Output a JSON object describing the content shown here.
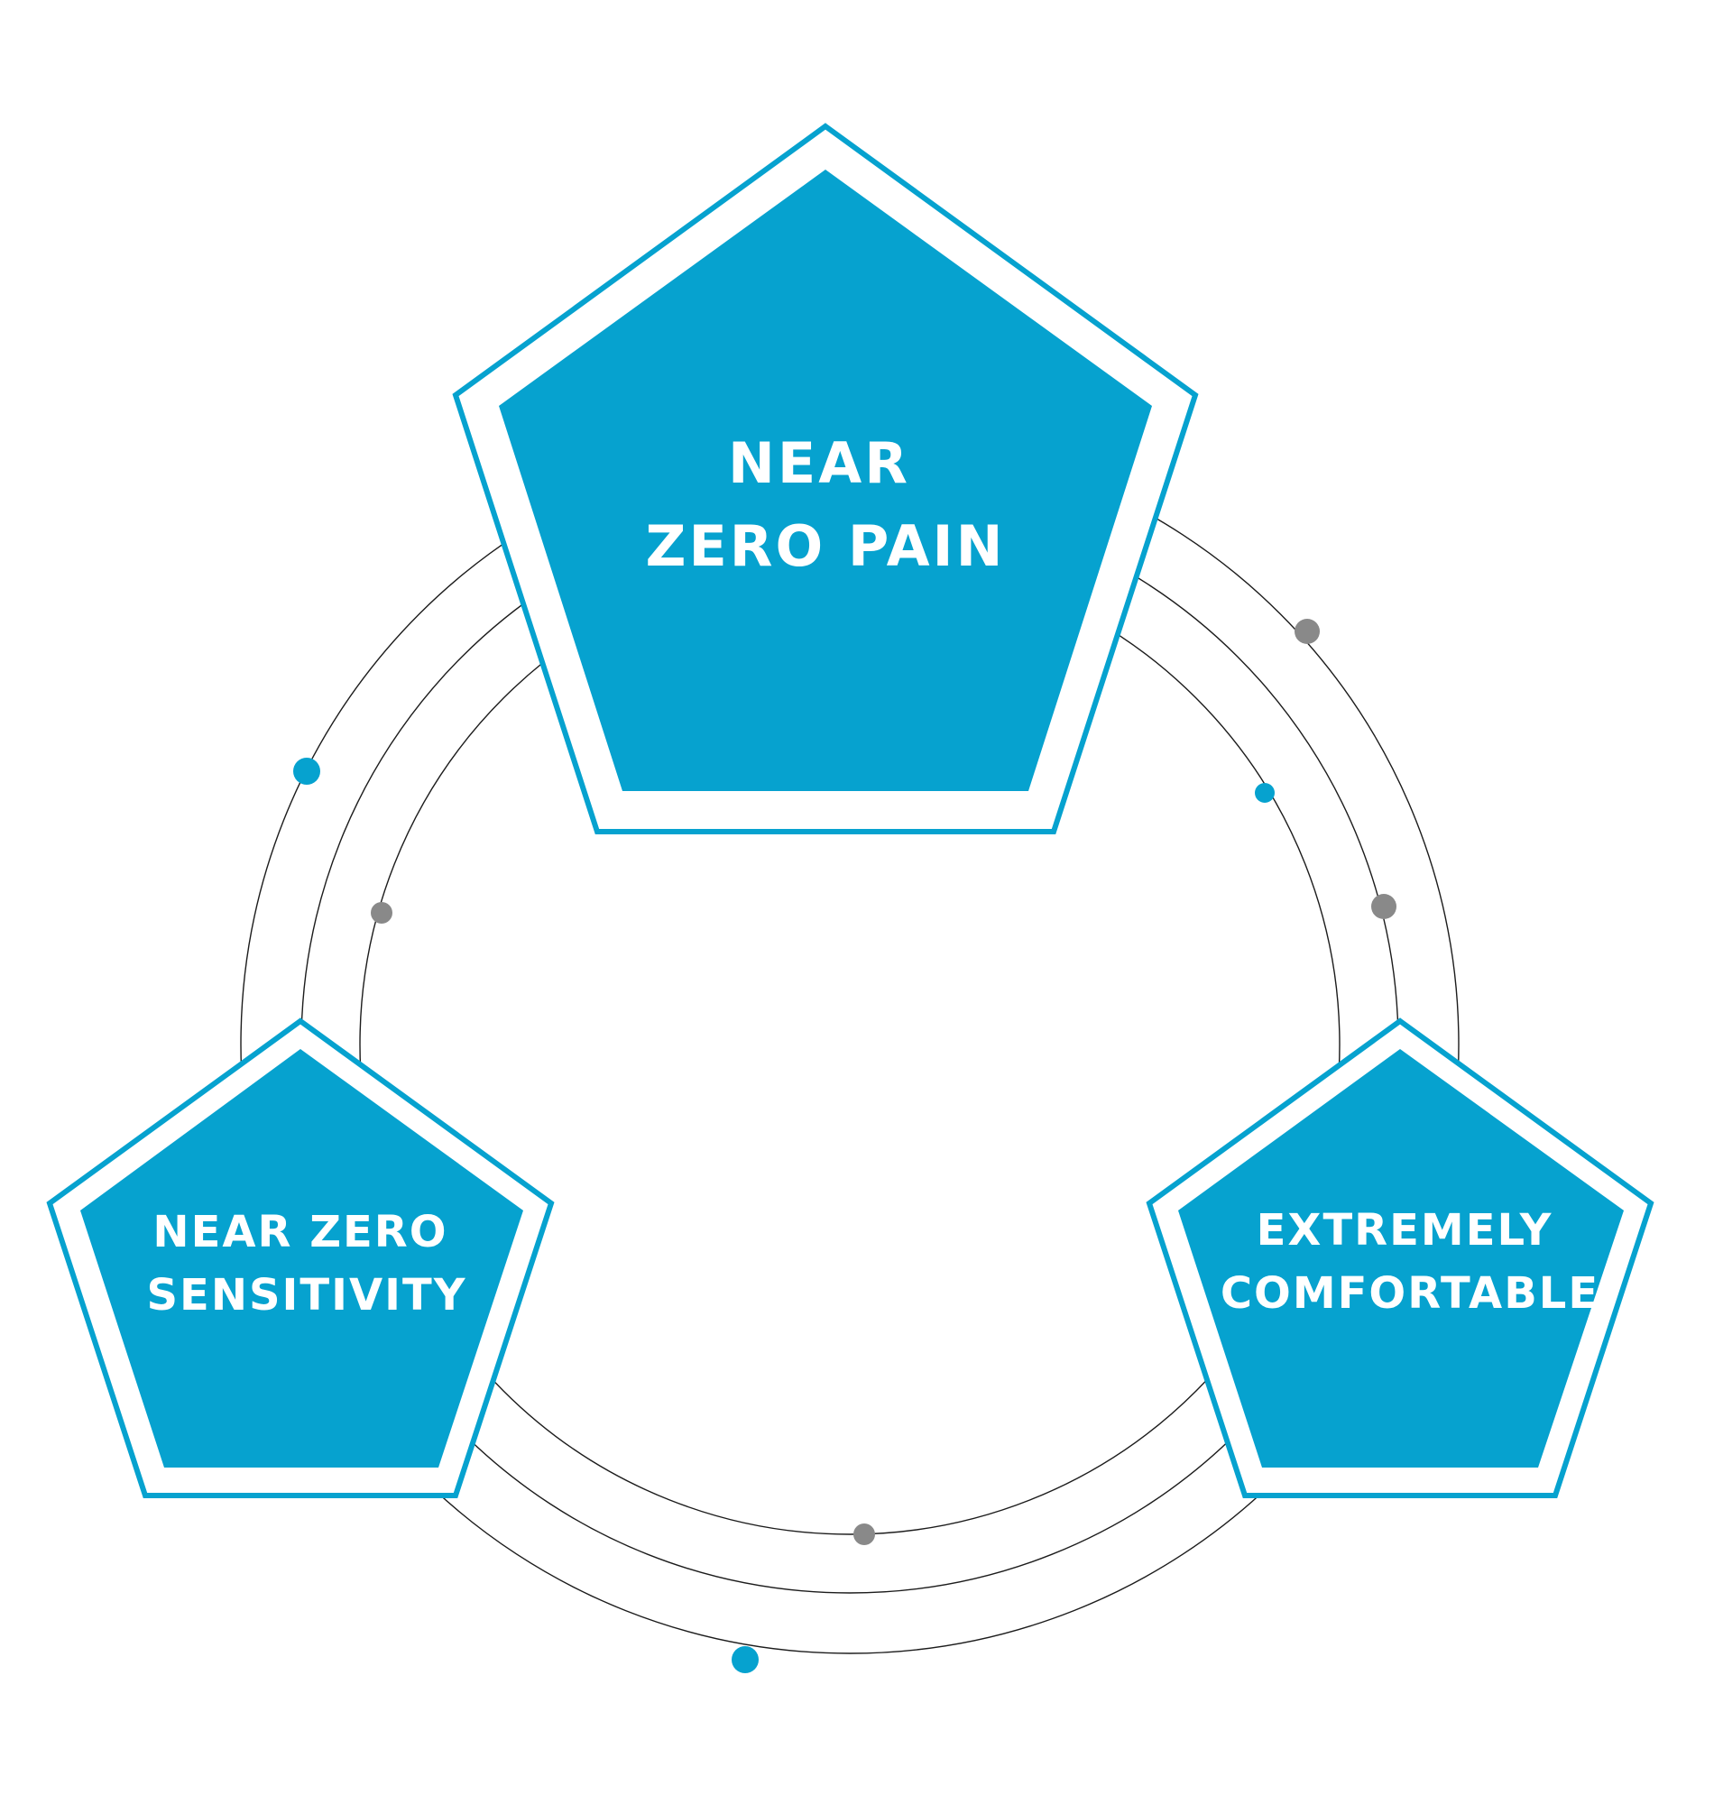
{
  "colors": {
    "accent": "#06a2cf",
    "dot_gray": "#898989",
    "orbit_line": "#1c1c1c",
    "background": "#ffffff",
    "label_text": "#ffffff"
  },
  "pentagons": [
    {
      "id": "top",
      "lines": [
        "NEAR",
        "ZERO PAIN"
      ]
    },
    {
      "id": "left",
      "lines": [
        "NEAR ZERO",
        "SENSITIVITY"
      ]
    },
    {
      "id": "right",
      "lines": [
        "EXTREMELY",
        "COMFORTABLE"
      ]
    }
  ]
}
